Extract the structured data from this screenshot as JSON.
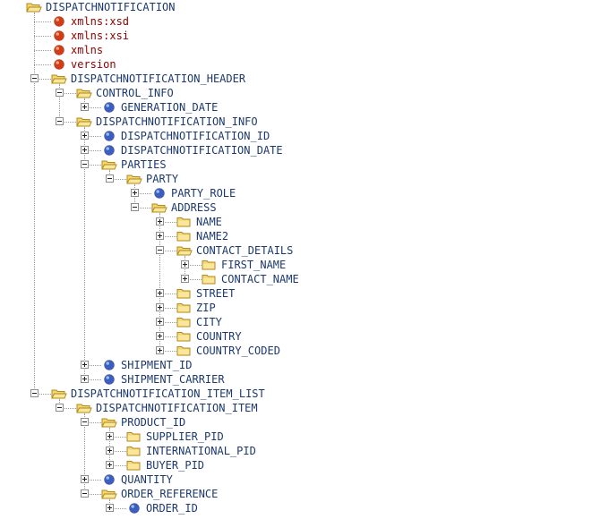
{
  "tree": [
    {
      "label": "DISPATCHNOTIFICATION",
      "type": "folder",
      "depth": 0,
      "expanded": true
    },
    {
      "label": "xmlns:xsd",
      "type": "attribute",
      "depth": 1
    },
    {
      "label": "xmlns:xsi",
      "type": "attribute",
      "depth": 1
    },
    {
      "label": "xmlns",
      "type": "attribute",
      "depth": 1
    },
    {
      "label": "version",
      "type": "attribute",
      "depth": 1
    },
    {
      "label": "DISPATCHNOTIFICATION_HEADER",
      "type": "folder",
      "depth": 1,
      "expanded": true
    },
    {
      "label": "CONTROL_INFO",
      "type": "folder",
      "depth": 2,
      "expanded": true
    },
    {
      "label": "GENERATION_DATE",
      "type": "element",
      "depth": 3,
      "expanded": false
    },
    {
      "label": "DISPATCHNOTIFICATION_INFO",
      "type": "folder",
      "depth": 2,
      "expanded": true
    },
    {
      "label": "DISPATCHNOTIFICATION_ID",
      "type": "element",
      "depth": 3,
      "expanded": false
    },
    {
      "label": "DISPATCHNOTIFICATION_DATE",
      "type": "element",
      "depth": 3,
      "expanded": false
    },
    {
      "label": "PARTIES",
      "type": "folder",
      "depth": 3,
      "expanded": true
    },
    {
      "label": "PARTY",
      "type": "folder",
      "depth": 4,
      "expanded": true
    },
    {
      "label": "PARTY_ROLE",
      "type": "element",
      "depth": 5,
      "expanded": false
    },
    {
      "label": "ADDRESS",
      "type": "folder",
      "depth": 5,
      "expanded": true
    },
    {
      "label": "NAME",
      "type": "folder",
      "depth": 6,
      "expanded": false
    },
    {
      "label": "NAME2",
      "type": "folder",
      "depth": 6,
      "expanded": false
    },
    {
      "label": "CONTACT_DETAILS",
      "type": "folder",
      "depth": 6,
      "expanded": true
    },
    {
      "label": "FIRST_NAME",
      "type": "folder",
      "depth": 7,
      "expanded": false
    },
    {
      "label": "CONTACT_NAME",
      "type": "folder",
      "depth": 7,
      "expanded": false
    },
    {
      "label": "STREET",
      "type": "folder",
      "depth": 6,
      "expanded": false
    },
    {
      "label": "ZIP",
      "type": "folder",
      "depth": 6,
      "expanded": false
    },
    {
      "label": "CITY",
      "type": "folder",
      "depth": 6,
      "expanded": false
    },
    {
      "label": "COUNTRY",
      "type": "folder",
      "depth": 6,
      "expanded": false
    },
    {
      "label": "COUNTRY_CODED",
      "type": "folder",
      "depth": 6,
      "expanded": false
    },
    {
      "label": "SHIPMENT_ID",
      "type": "element",
      "depth": 3,
      "expanded": false
    },
    {
      "label": "SHIPMENT_CARRIER",
      "type": "element",
      "depth": 3,
      "expanded": false
    },
    {
      "label": "DISPATCHNOTIFICATION_ITEM_LIST",
      "type": "folder",
      "depth": 1,
      "expanded": true
    },
    {
      "label": "DISPATCHNOTIFICATION_ITEM",
      "type": "folder",
      "depth": 2,
      "expanded": true
    },
    {
      "label": "PRODUCT_ID",
      "type": "folder",
      "depth": 3,
      "expanded": true
    },
    {
      "label": "SUPPLIER_PID",
      "type": "folder",
      "depth": 4,
      "expanded": false
    },
    {
      "label": "INTERNATIONAL_PID",
      "type": "folder",
      "depth": 4,
      "expanded": false
    },
    {
      "label": "BUYER_PID",
      "type": "folder",
      "depth": 4,
      "expanded": false
    },
    {
      "label": "QUANTITY",
      "type": "element",
      "depth": 3,
      "expanded": false
    },
    {
      "label": "ORDER_REFERENCE",
      "type": "folder",
      "depth": 3,
      "expanded": true
    },
    {
      "label": "ORDER_ID",
      "type": "element",
      "depth": 4,
      "expanded": false
    }
  ],
  "colors": {
    "element_label": "#1d3a6e",
    "attribute_label": "#8b0000",
    "folder_fill": "#f5d66b",
    "folder_stroke": "#b08a1e",
    "attribute_dot": "#d93a12",
    "element_dot": "#3a5fc4"
  },
  "icons": {
    "folder": "folder-icon",
    "attribute": "attribute-icon",
    "element": "element-icon"
  }
}
